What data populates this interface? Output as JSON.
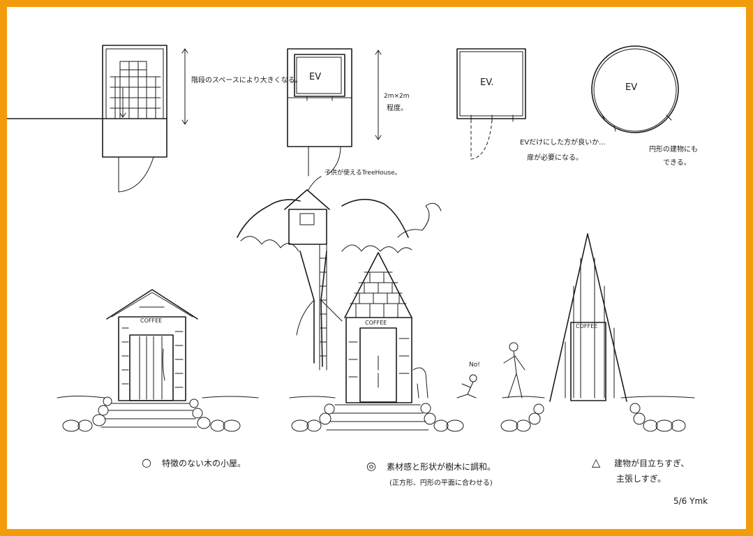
{
  "plan_sketches": [
    {
      "note": "階段のスペースにより大きくなる。"
    },
    {
      "label": "EV",
      "note_dim": "2m×2m",
      "note": "程度。"
    },
    {
      "label": "EV.",
      "note": "EVだけにした方が良いか... 扉が必要になる。"
    },
    {
      "label": "EV",
      "note": "円形の建物にもできる。"
    }
  ],
  "treehouse_note": "子供が使えるTreeHouse。",
  "coffee_sign": "COFFEE",
  "figure_speech": "No!",
  "evaluations": [
    {
      "mark": "○",
      "line1": "特徴のない木の小屋。",
      "line2": ""
    },
    {
      "mark": "◎",
      "line1": "素材感と形状が樹木に調和。",
      "line2": "(正方形、円形の平面に合わせる)"
    },
    {
      "mark": "△",
      "line1": "建物が目立ちすぎ、",
      "line2": "主張しすぎ。"
    }
  ],
  "signature": "5/6 Ymk"
}
